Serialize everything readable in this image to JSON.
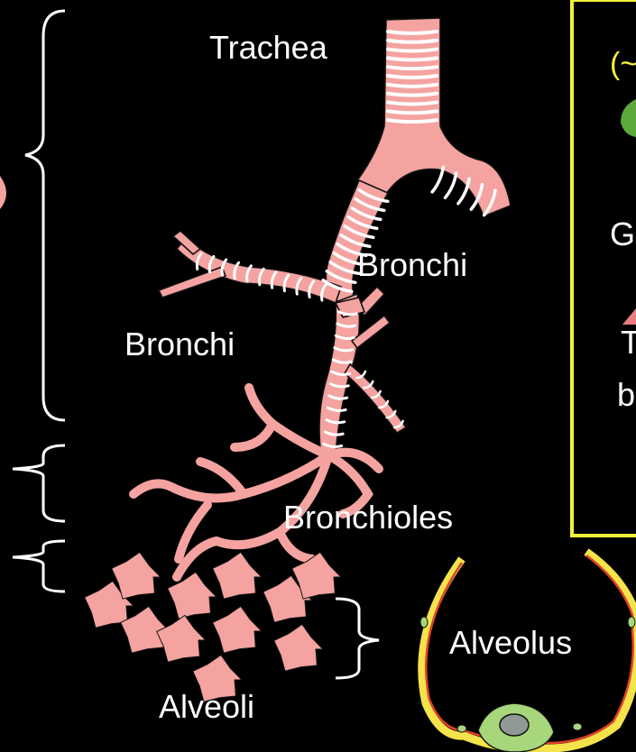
{
  "labels": {
    "trachea": "Trachea",
    "bronchi_right": "Bronchi",
    "bronchi_left": "Bronchi",
    "bronchioles": "Bronchioles",
    "alveoli": "Alveoli",
    "alveolus": "Alveolus"
  },
  "inset_fragments": {
    "top": "(~",
    "middle": "G",
    "lower": "T",
    "bottom": "b"
  },
  "colors": {
    "background": "#000000",
    "airway": "#f4a3a0",
    "cartilage": "#ffffff",
    "inset_border": "#f2f23a",
    "alveolus_label": "#f6c88a",
    "alveolus_outer": "#f4e34a",
    "alveolus_inner": "#e0412b",
    "cell": "#a7d67b"
  }
}
